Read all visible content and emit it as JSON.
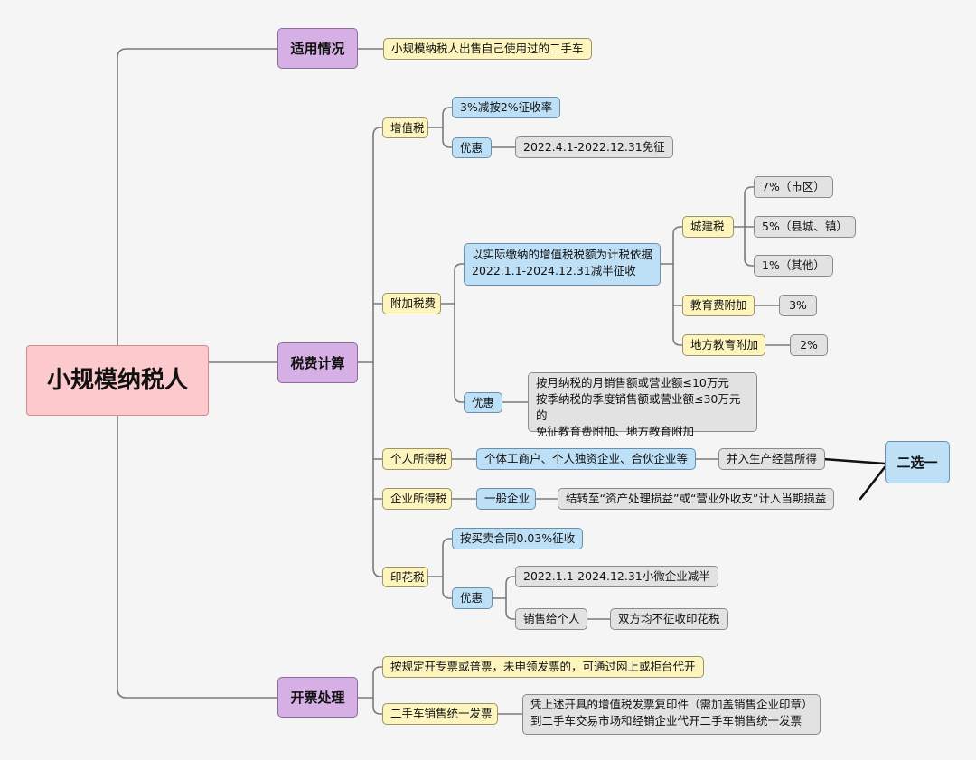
{
  "root": "小规模纳税人",
  "branches": {
    "applicable": {
      "label": "适用情况",
      "detail": "小规模纳税人出售自己使用过的二手车"
    },
    "tax": {
      "label": "税费计算",
      "vat": {
        "label": "增值税",
        "rate": "3%减按2%征收率",
        "preferential": "优惠",
        "exemption": "2022.4.1-2022.12.31免征"
      },
      "surcharge": {
        "label": "附加税费",
        "basis": [
          "以实际缴纳的增值税税额为计税依据",
          "2022.1.1-2024.12.31减半征收"
        ],
        "urban": {
          "label": "城建税",
          "rates": [
            "7%（市区）",
            "5%（县城、镇）",
            "1%（其他）"
          ]
        },
        "education": {
          "label": "教育费附加",
          "rate": "3%"
        },
        "local_education": {
          "label": "地方教育附加",
          "rate": "2%"
        },
        "preferential": "优惠",
        "preferential_text": [
          "按月纳税的月销售额或营业额≤10万元",
          "按季纳税的季度销售额或营业额≤30万元的",
          "免征教育费附加、地方教育附加"
        ]
      },
      "personal_income": {
        "label": "个人所得税",
        "entity": "个体工商户、个人独资企业、合伙企业等",
        "treatment": "并入生产经营所得"
      },
      "corporate_income": {
        "label": "企业所得税",
        "entity": "一般企业",
        "treatment": "结转至“资产处理损益”或“营业外收支”计入当期损益"
      },
      "choose_one": "二选一",
      "stamp": {
        "label": "印花税",
        "rate": "按买卖合同0.03%征收",
        "preferential": "优惠",
        "items": [
          "2022.1.1-2024.12.31小微企业减半",
          "销售给个人"
        ],
        "to_individual": "双方均不征收印花税"
      }
    },
    "invoice": {
      "label": "开票处理",
      "rule": "按规定开专票或普票，未申领发票的，可通过网上或柜台代开",
      "uniform": "二手车销售统一发票",
      "uniform_text": [
        "凭上述开具的增值税发票复印件（需加盖销售企业印章）",
        "到二手车交易市场和经销企业代开二手车销售统一发票"
      ]
    }
  }
}
